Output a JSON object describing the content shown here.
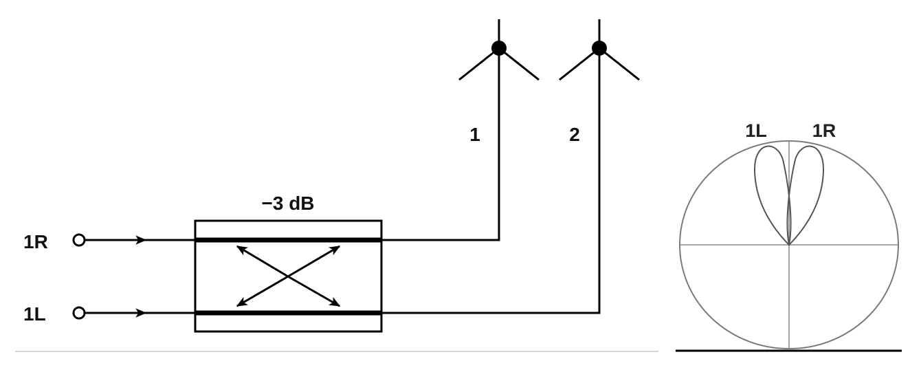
{
  "diagram": {
    "inputs": {
      "right_label": "1R",
      "left_label": "1L"
    },
    "coupler": {
      "attenuation_label": "−3 dB"
    },
    "antennas": {
      "antenna_1_label": "1",
      "antenna_2_label": "2"
    },
    "pattern": {
      "lobe_left_label": "1L",
      "lobe_right_label": "1R"
    },
    "colors": {
      "stroke": "#000000",
      "pattern_stroke": "#6f6f6f",
      "separator": "#d6d6d6"
    }
  }
}
